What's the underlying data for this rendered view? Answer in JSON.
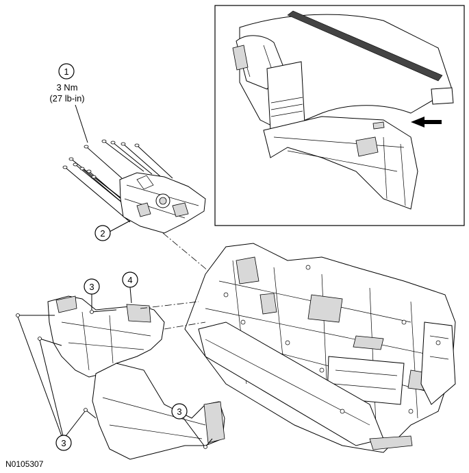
{
  "callouts": {
    "c1": {
      "number": "1",
      "torque_nm": "3 Nm",
      "torque_lbin": "(27 lb-in)"
    },
    "c2": {
      "number": "2"
    },
    "c3a": {
      "number": "3"
    },
    "c3b": {
      "number": "3"
    },
    "c3c": {
      "number": "3"
    },
    "c4": {
      "number": "4"
    }
  },
  "figure_id": "N0105307"
}
